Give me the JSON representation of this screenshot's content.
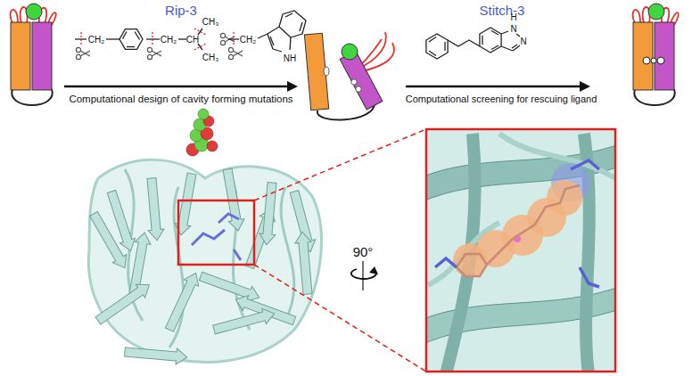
{
  "diagram": {
    "labels": [
      "Rip-3",
      "CH₂",
      "CH₂",
      "CH",
      "CH₃",
      "CH₃",
      "CH₂",
      "NH",
      "Computational design of cavity forming mutations",
      "Stitch-3",
      "H",
      "N",
      "N",
      "Computational screening for rescuing ligand",
      "90°"
    ]
  }
}
